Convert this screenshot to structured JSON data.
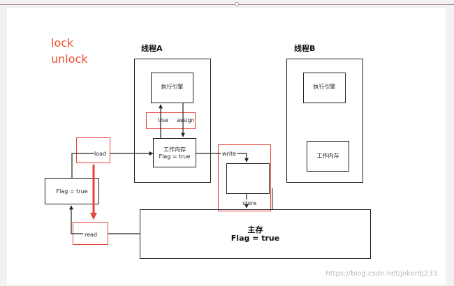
{
  "annotations": {
    "lock": "lock",
    "unlock": "unlock"
  },
  "thread_a": {
    "title": "线程A",
    "engine": "执行引擎",
    "use": "Use",
    "assign": "assign",
    "work_memory": "工作内存",
    "flag": "Flag = true"
  },
  "thread_b": {
    "title": "线程B",
    "engine": "执行引擎",
    "work_memory": "工作内存"
  },
  "main_memory": {
    "title": "主存",
    "flag": "Flag = true"
  },
  "left_box": {
    "flag": "Flag = true"
  },
  "ops": {
    "load": "load",
    "read": "read",
    "write": "write",
    "store": "store"
  },
  "watermark": "https://blog.csdn.net/jokerdj233",
  "colors": {
    "highlight": "#e8423a",
    "annotation": "#f0502e",
    "line": "#222222"
  }
}
